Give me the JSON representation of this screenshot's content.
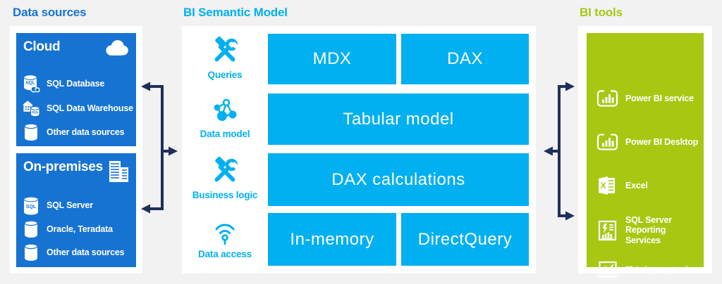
{
  "colors": {
    "background": "#f2f2f2",
    "panel": "#ffffff",
    "blue": "#1673d2",
    "cyan": "#00b0f0",
    "green": "#a6c813",
    "arrow_navy": "#1e2f5c"
  },
  "icons": {
    "sql_badge": "SQL"
  },
  "sections": {
    "data_sources": {
      "title": "Data sources",
      "cloud": {
        "title": "Cloud",
        "icon": "cloud-icon",
        "items": [
          {
            "icon": "sql-database-icon",
            "label": "SQL Database"
          },
          {
            "icon": "sql-data-warehouse-icon",
            "label": "SQL Data Warehouse"
          },
          {
            "icon": "database-cylinder-icon",
            "label": "Other data sources"
          }
        ]
      },
      "on_premises": {
        "title": "On-premises",
        "icon": "buildings-icon",
        "items": [
          {
            "icon": "sql-server-icon",
            "label": "SQL Server"
          },
          {
            "icon": "database-cylinder-icon",
            "label": "Oracle, Teradata"
          },
          {
            "icon": "database-cylinder-icon",
            "label": "Other data sources"
          }
        ]
      }
    },
    "semantic_model": {
      "title": "BI Semantic Model",
      "rows": [
        {
          "label": "Queries",
          "icon": "hammer-wrench-icon",
          "boxes": [
            "MDX",
            "DAX"
          ]
        },
        {
          "label": "Data model",
          "icon": "network-graph-icon",
          "boxes": [
            "Tabular model"
          ]
        },
        {
          "label": "Business logic",
          "icon": "hammer-wrench-icon",
          "boxes": [
            "DAX calculations"
          ]
        },
        {
          "label": "Data access",
          "icon": "wifi-icon",
          "boxes": [
            "In-memory",
            "DirectQuery"
          ]
        }
      ]
    },
    "bi_tools": {
      "title": "BI tools",
      "items": [
        {
          "icon": "power-bi-icon",
          "label": "Power BI service"
        },
        {
          "icon": "power-bi-icon",
          "label": "Power BI Desktop"
        },
        {
          "icon": "excel-icon",
          "label": "Excel"
        },
        {
          "icon": "report-icon",
          "label": "SQL Server Reporting Services"
        },
        {
          "icon": "chart-screen-icon",
          "label": "Third party tools"
        }
      ]
    }
  }
}
